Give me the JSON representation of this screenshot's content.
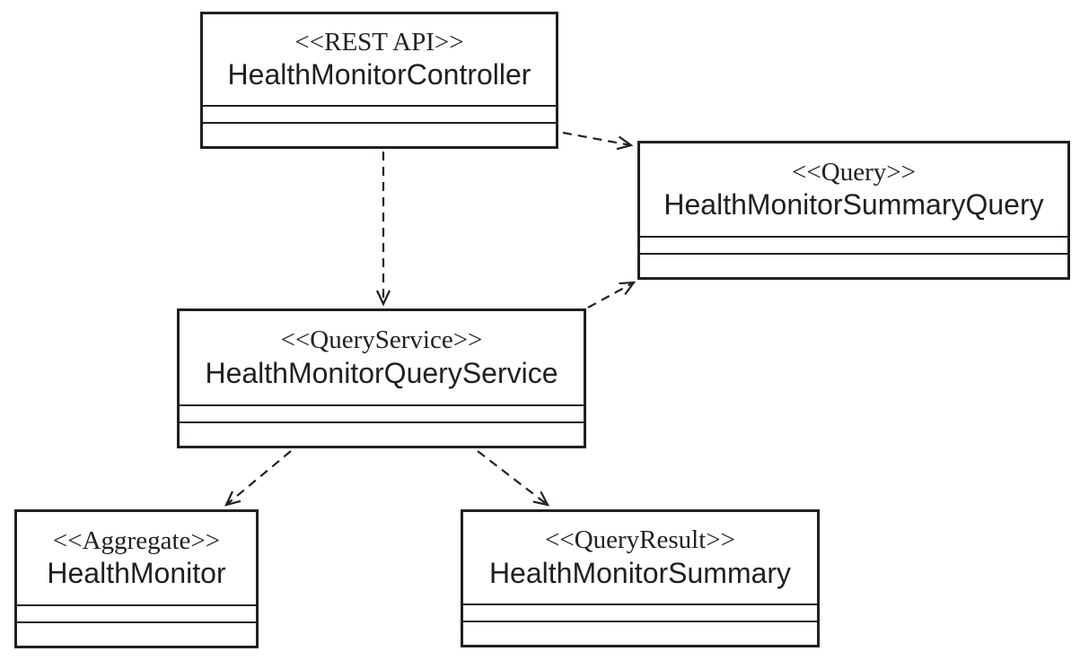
{
  "diagram": {
    "type": "uml-class-diagram",
    "colors": {
      "line": "#231f20",
      "background": "#ffffff"
    },
    "nodes": {
      "controller": {
        "stereotype": "<<REST API>>",
        "name": "HealthMonitorController"
      },
      "summary_query": {
        "stereotype": "<<Query>>",
        "name": "HealthMonitorSummaryQuery"
      },
      "query_service": {
        "stereotype": "<<QueryService>>",
        "name": "HealthMonitorQueryService"
      },
      "health_monitor": {
        "stereotype": "<<Aggregate>>",
        "name": "HealthMonitor"
      },
      "summary": {
        "stereotype": "<<QueryResult>>",
        "name": "HealthMonitorSummary"
      }
    },
    "edges": [
      {
        "from": "HealthMonitorController",
        "to": "HealthMonitorQueryService",
        "style": "dashed-dependency"
      },
      {
        "from": "HealthMonitorController",
        "to": "HealthMonitorSummaryQuery",
        "style": "dashed-dependency"
      },
      {
        "from": "HealthMonitorQueryService",
        "to": "HealthMonitorSummaryQuery",
        "style": "dashed-dependency"
      },
      {
        "from": "HealthMonitorQueryService",
        "to": "HealthMonitor",
        "style": "dashed-dependency"
      },
      {
        "from": "HealthMonitorQueryService",
        "to": "HealthMonitorSummary",
        "style": "dashed-dependency"
      }
    ]
  }
}
